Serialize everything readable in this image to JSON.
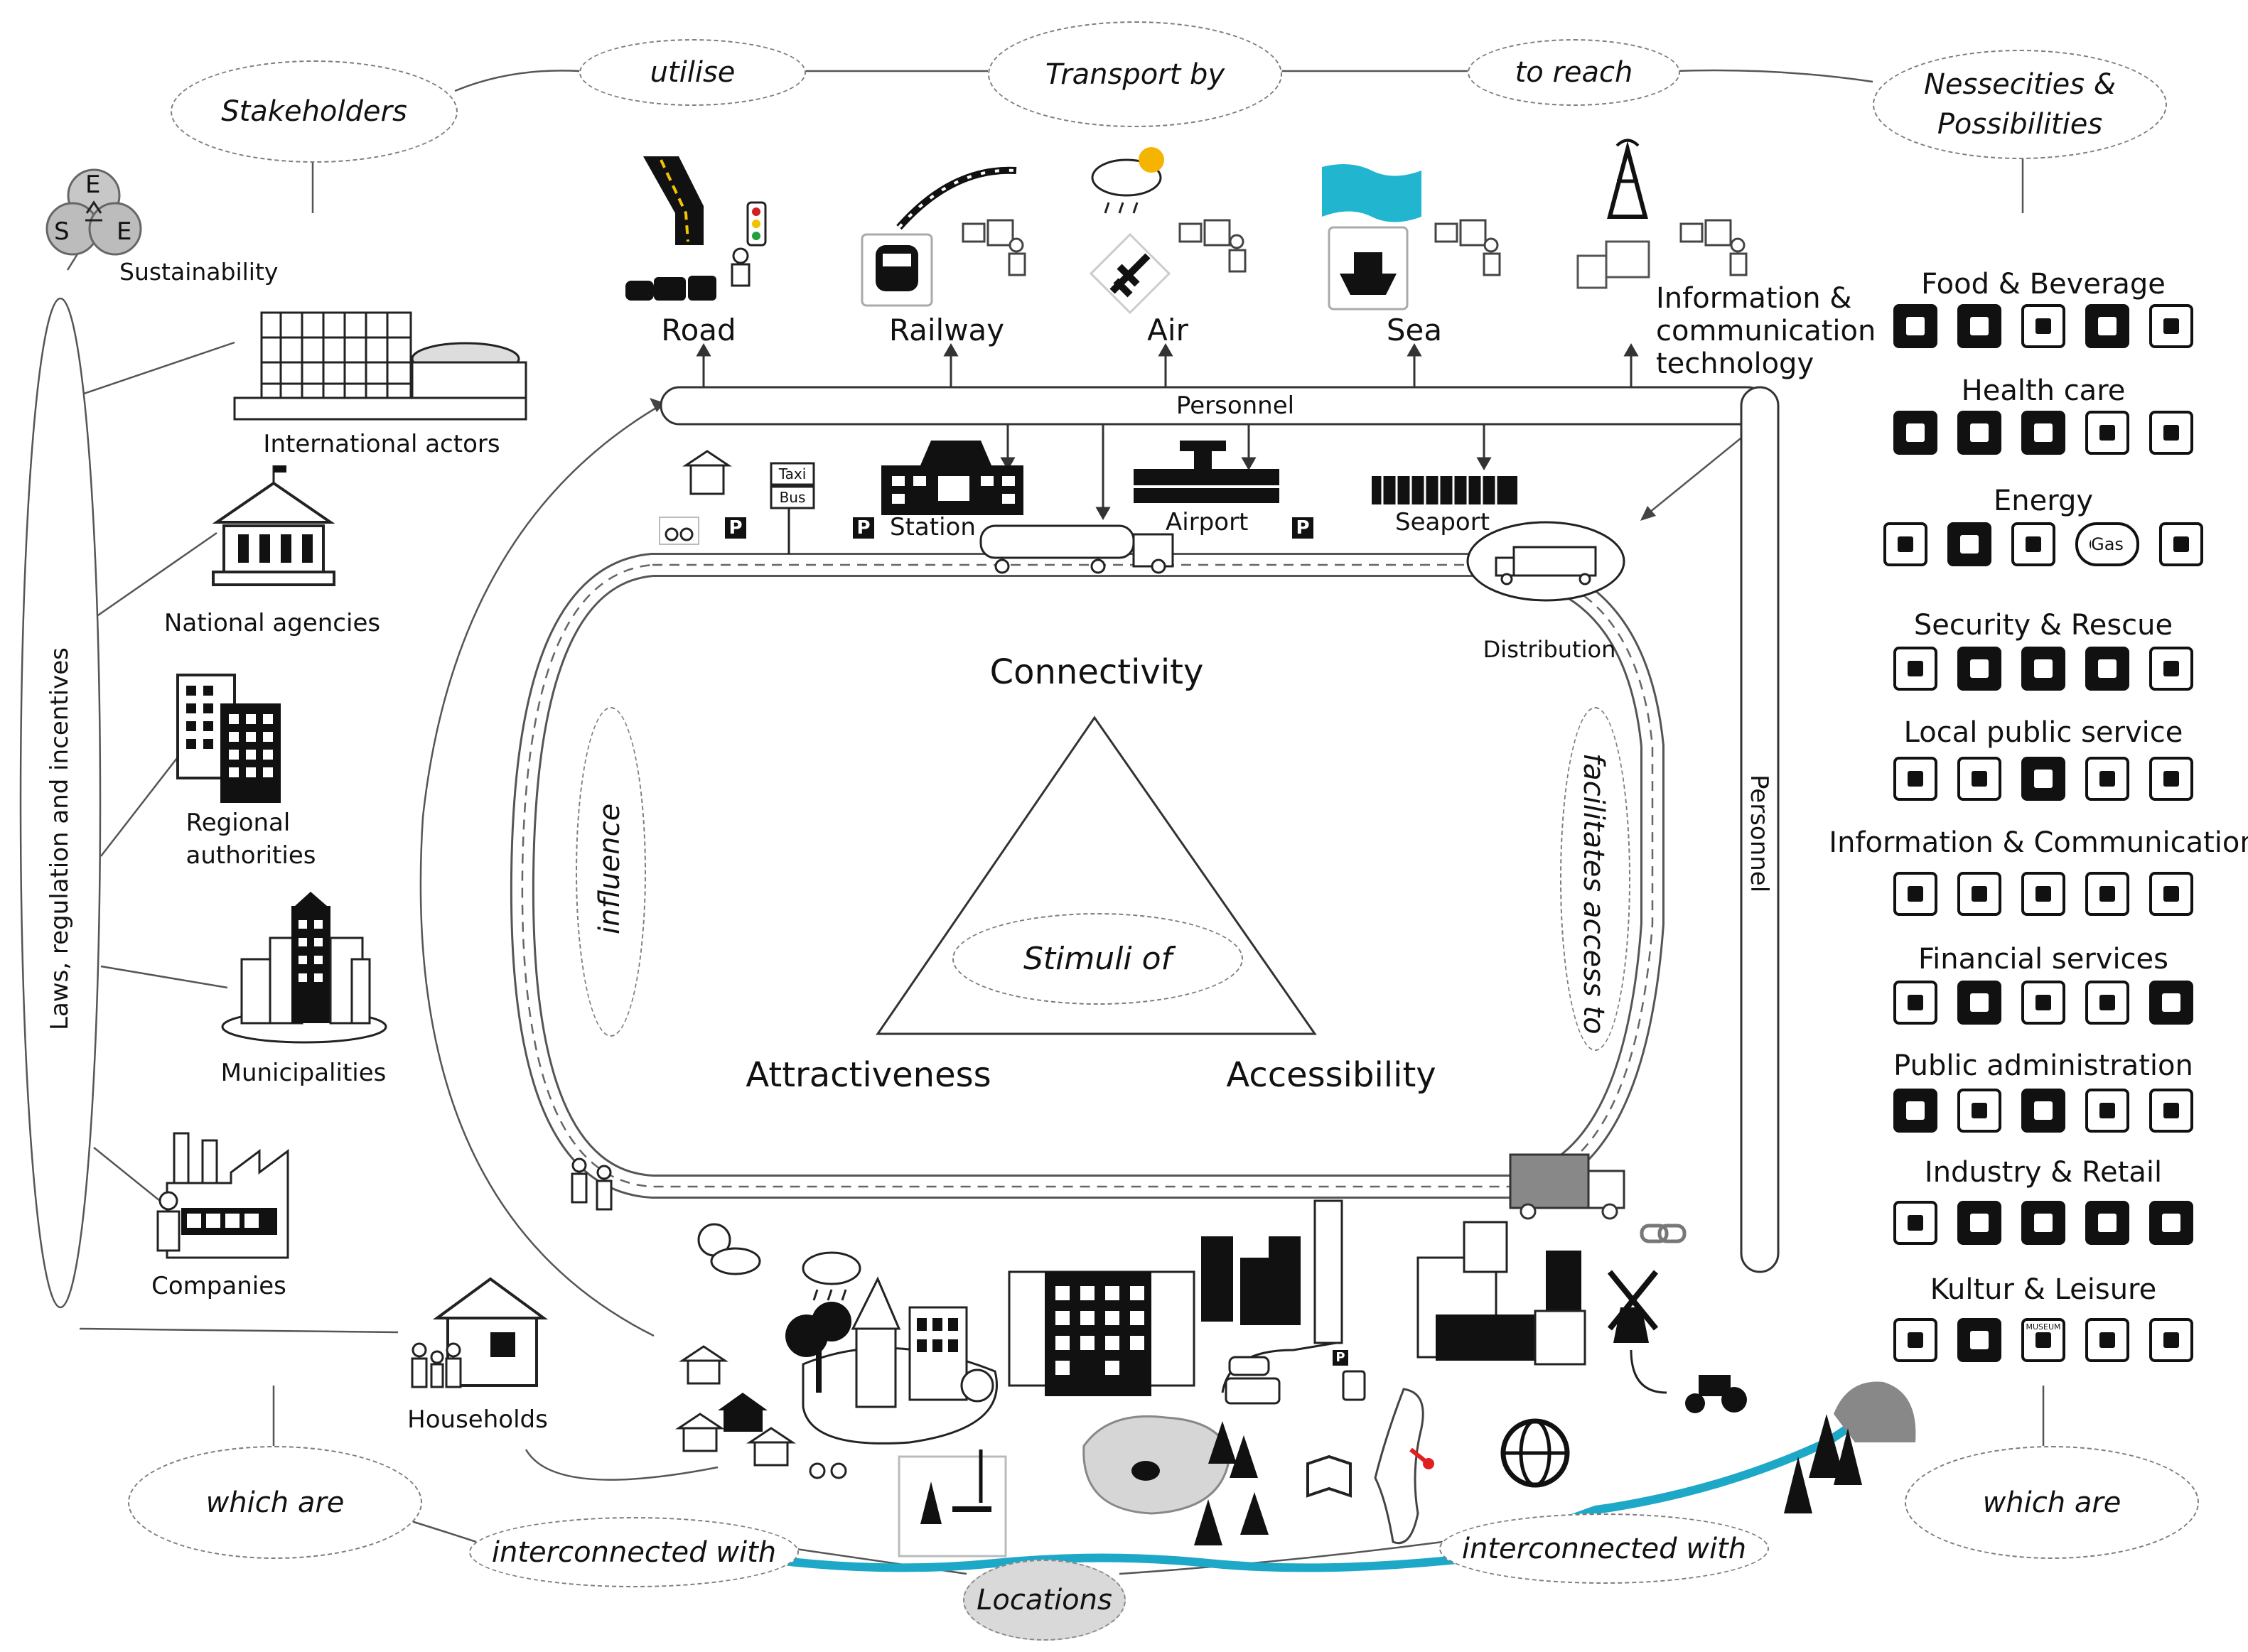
{
  "top_flow": {
    "stakeholders": "Stakeholders",
    "utilise": "utilise",
    "transport_by": "Transport by",
    "to_reach": "to reach",
    "necessities": [
      "Nessecities &",
      "Possibilities"
    ]
  },
  "bottom_flow": {
    "which_are_left": "which are",
    "which_are_right": "which are",
    "interconnected_left": "interconnected with",
    "interconnected_right": "interconnected with",
    "locations": "Locations"
  },
  "laws": "Laws, regulation and incentives",
  "sustainability": {
    "label": "Sustainability",
    "letters": [
      "E",
      "S",
      "E"
    ]
  },
  "stakeholders": [
    {
      "name": "international-actors",
      "label": "International actors",
      "icon": "office-building-icon"
    },
    {
      "name": "national-agencies",
      "label": "National agencies",
      "icon": "government-building-icon"
    },
    {
      "name": "regional-authorities",
      "label": [
        "Regional",
        "authorities"
      ],
      "icon": "tower-buildings-icon"
    },
    {
      "name": "municipalities",
      "label": "Municipalities",
      "icon": "city-skyline-icon"
    },
    {
      "name": "companies",
      "label": "Companies",
      "icon": "factory-icon"
    },
    {
      "name": "households",
      "label": "Households",
      "icon": "house-family-icon"
    }
  ],
  "transport_modes": [
    {
      "name": "road",
      "label": "Road",
      "icon": "road-traffic-icon"
    },
    {
      "name": "railway",
      "label": "Railway",
      "icon": "train-icon"
    },
    {
      "name": "air",
      "label": "Air",
      "icon": "airplane-icon"
    },
    {
      "name": "sea",
      "label": "Sea",
      "icon": "ship-icon"
    },
    {
      "name": "ict",
      "label": [
        "Information &",
        "communication",
        "technology"
      ],
      "icon": "antenna-icon"
    }
  ],
  "network": {
    "personnel_top": "Personnel",
    "personnel_side": "Personnel",
    "taxi": "Taxi",
    "bus": "Bus",
    "parking": "P",
    "station": "Station",
    "airport": "Airport",
    "seaport": "Seaport",
    "distribution": "Distribution",
    "influence": "influence",
    "facilitates": "facilitates access to"
  },
  "triangle": {
    "top": "Connectivity",
    "left": "Attractiveness",
    "right": "Accessibility",
    "center": "Stimuli of"
  },
  "categories": [
    {
      "title": "Food & Beverage",
      "icons": [
        "utensils-icon",
        "fridge-icon",
        "fork-knife-icon",
        "cup-icon",
        "coffee-icon"
      ]
    },
    {
      "title": "Health care",
      "icons": [
        "first-aid-icon",
        "ambulance-icon",
        "syringe-icon",
        "shower-icon",
        "bed-icon"
      ]
    },
    {
      "title": "Energy",
      "icons": [
        "power-pylon-icon",
        "fuel-pump-icon",
        "fire-icon",
        "gas-icon",
        "wind-turbine-icon"
      ]
    },
    {
      "title": "Security & Rescue",
      "icons": [
        "scales-icon",
        "police-icon",
        "jail-icon",
        "emergency-call-icon",
        "helicopter-icon"
      ]
    },
    {
      "title": "Local public service",
      "icons": [
        "restroom-icon",
        "water-tap-icon",
        "snow-cloud-icon",
        "atm-icon",
        "waste-bin-icon"
      ]
    },
    {
      "title": "Information & Communication",
      "icons": [
        "antenna-icon",
        "computer-icon",
        "mobile-phone-icon",
        "mail-icon",
        "book-icon"
      ]
    },
    {
      "title": "Financial services",
      "icons": [
        "cashier-icon",
        "safe-icon",
        "credit-card-icon",
        "cash-icon",
        "cash-register-icon"
      ]
    },
    {
      "title": "Public administration",
      "icons": [
        "church-icon",
        "court-building-icon",
        "medical-center-icon",
        "documents-icon",
        "reception-desk-icon"
      ]
    },
    {
      "title": "Industry & Retail",
      "icons": [
        "warehouse-icon",
        "factory-icon",
        "delivery-truck-icon",
        "hand-truck-icon",
        "shopping-cart-icon"
      ]
    },
    {
      "title": "Kultur & Leisure",
      "icons": [
        "forest-icon",
        "hiking-icon",
        "museum-icon",
        "theater-icon",
        "library-icon"
      ]
    }
  ],
  "gas_label": "Gas",
  "museum_label": "MUSEUM"
}
